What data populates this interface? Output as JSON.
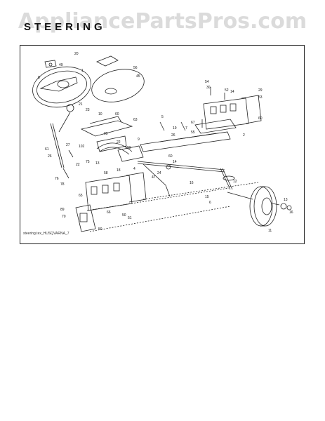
{
  "page": {
    "title": "STEERING",
    "watermark": "AppliancePartsPros.com",
    "caption": "steering.tex_HUSQVARNA_7"
  },
  "diagram": {
    "callouts": [
      {
        "id": "c1",
        "text": "20"
      },
      {
        "id": "c2",
        "text": "1"
      },
      {
        "id": "c3",
        "text": "56"
      },
      {
        "id": "c4",
        "text": "45"
      },
      {
        "id": "c5",
        "text": "21"
      },
      {
        "id": "c6",
        "text": "49"
      },
      {
        "id": "c7",
        "text": "8"
      },
      {
        "id": "c8",
        "text": "23"
      },
      {
        "id": "c9",
        "text": "10"
      },
      {
        "id": "c10",
        "text": "60"
      },
      {
        "id": "c11",
        "text": "63"
      },
      {
        "id": "c12",
        "text": "5"
      },
      {
        "id": "c13",
        "text": "102"
      },
      {
        "id": "c14",
        "text": "99"
      },
      {
        "id": "c15",
        "text": "22"
      },
      {
        "id": "c16",
        "text": "100"
      },
      {
        "id": "c17",
        "text": "27"
      },
      {
        "id": "c18",
        "text": "61"
      },
      {
        "id": "c19",
        "text": "26"
      },
      {
        "id": "c20",
        "text": "22"
      },
      {
        "id": "c21",
        "text": "76"
      },
      {
        "id": "c22",
        "text": "78"
      },
      {
        "id": "c23",
        "text": "75"
      },
      {
        "id": "c24",
        "text": "18"
      },
      {
        "id": "c25",
        "text": "13"
      },
      {
        "id": "c26",
        "text": "58"
      },
      {
        "id": "c27",
        "text": "9"
      },
      {
        "id": "c28",
        "text": "4"
      },
      {
        "id": "c29",
        "text": "24"
      },
      {
        "id": "c30",
        "text": "14"
      },
      {
        "id": "c31",
        "text": "47"
      },
      {
        "id": "c32",
        "text": "60"
      },
      {
        "id": "c33",
        "text": "19"
      },
      {
        "id": "c34",
        "text": "67"
      },
      {
        "id": "c35",
        "text": "7"
      },
      {
        "id": "c36",
        "text": "55"
      },
      {
        "id": "c37",
        "text": "2"
      },
      {
        "id": "c38",
        "text": "26"
      },
      {
        "id": "c39",
        "text": "54"
      },
      {
        "id": "c40",
        "text": "29"
      },
      {
        "id": "c41",
        "text": "30"
      },
      {
        "id": "c42",
        "text": "52"
      },
      {
        "id": "c43",
        "text": "53"
      },
      {
        "id": "c44",
        "text": "60"
      },
      {
        "id": "c45",
        "text": "14"
      },
      {
        "id": "c46",
        "text": "15"
      },
      {
        "id": "c47",
        "text": "6"
      },
      {
        "id": "c48",
        "text": "12"
      },
      {
        "id": "c49",
        "text": "11"
      },
      {
        "id": "c50",
        "text": "16"
      },
      {
        "id": "c51",
        "text": "13"
      },
      {
        "id": "c52",
        "text": "16"
      },
      {
        "id": "c53",
        "text": "51"
      },
      {
        "id": "c54",
        "text": "50"
      },
      {
        "id": "c55",
        "text": "65"
      },
      {
        "id": "c56",
        "text": "66"
      },
      {
        "id": "c57",
        "text": "89"
      },
      {
        "id": "c58",
        "text": "70"
      },
      {
        "id": "c59",
        "text": "50"
      }
    ]
  }
}
